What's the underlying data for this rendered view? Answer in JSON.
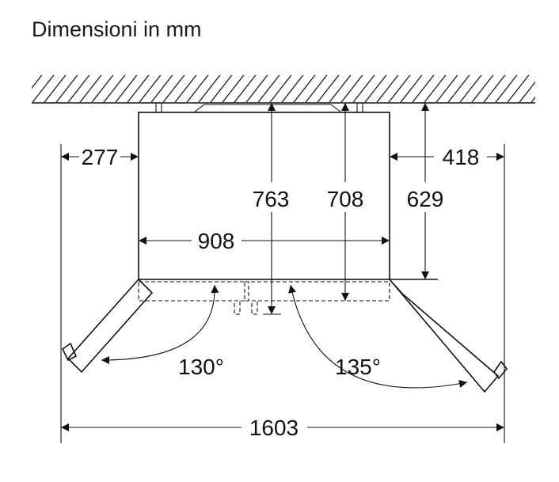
{
  "title": "Dimensioni in mm",
  "dimensions": {
    "left_clearance": "277",
    "right_clearance": "418",
    "depth_with_handles": "763",
    "depth_body": "708",
    "depth_cabinet": "629",
    "width": "908",
    "total_width_doors_open": "1603",
    "left_door_angle": "130°",
    "right_door_angle": "135°"
  },
  "colors": {
    "line": "#111111",
    "background": "#ffffff"
  }
}
